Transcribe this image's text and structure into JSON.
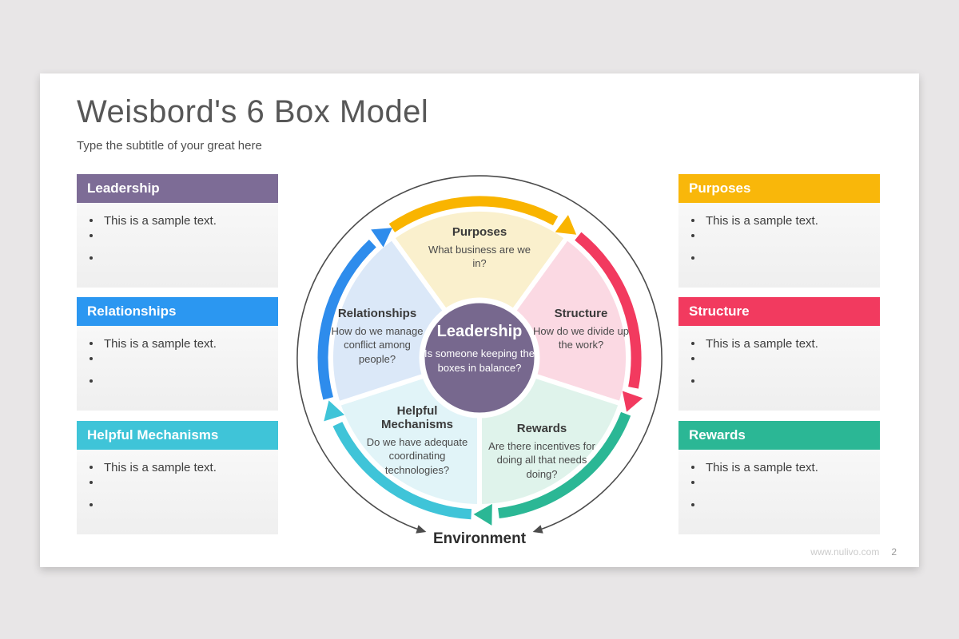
{
  "slide": {
    "title": "Weisbord's 6 Box Model",
    "subtitle": "Type the subtitle of your great here",
    "footer": {
      "website": "www.nulivo.com",
      "page_number": "2"
    }
  },
  "panels": {
    "left": [
      {
        "title": "Leadership",
        "color": "#7d6c96",
        "bullets": [
          "This is a sample text.",
          "",
          ""
        ]
      },
      {
        "title": "Relationships",
        "color": "#2b97f1",
        "bullets": [
          "This is a sample text.",
          "",
          ""
        ]
      },
      {
        "title": "Helpful Mechanisms",
        "color": "#3fc4d8",
        "bullets": [
          "This is a sample text.",
          "",
          ""
        ]
      }
    ],
    "right": [
      {
        "title": "Purposes",
        "color": "#f9b70a",
        "bullets": [
          "This is a sample text.",
          "",
          ""
        ]
      },
      {
        "title": "Structure",
        "color": "#f23a5f",
        "bullets": [
          "This is a sample text.",
          "",
          ""
        ]
      },
      {
        "title": "Rewards",
        "color": "#2bb795",
        "bullets": [
          "This is a sample text.",
          "",
          ""
        ]
      }
    ]
  },
  "diagram": {
    "center": {
      "title": "Leadership",
      "description": "Is someone keeping the boxes in balance?",
      "color": "#77688e"
    },
    "segments": [
      {
        "title": "Purposes",
        "description": "What business are we in?",
        "fill": "#faf0cd",
        "arrow": "#f9b400"
      },
      {
        "title": "Structure",
        "description": "How do we divide up the work?",
        "fill": "#fbd9e3",
        "arrow": "#f23a5f"
      },
      {
        "title": "Rewards",
        "description": "Are there incentives for doing all that needs doing?",
        "fill": "#dff3eb",
        "arrow": "#2bb795"
      },
      {
        "title": "Helpful Mechanisms",
        "description": "Do we have adequate coordinating technologies?",
        "fill": "#e1f4f8",
        "arrow": "#3fc4d8"
      },
      {
        "title": "Relationships",
        "description": "How do we manage conflict among people?",
        "fill": "#dbe8f8",
        "arrow": "#2e8cec"
      }
    ],
    "ring_color": "#4c4c4c",
    "environment_label": "Environment"
  }
}
